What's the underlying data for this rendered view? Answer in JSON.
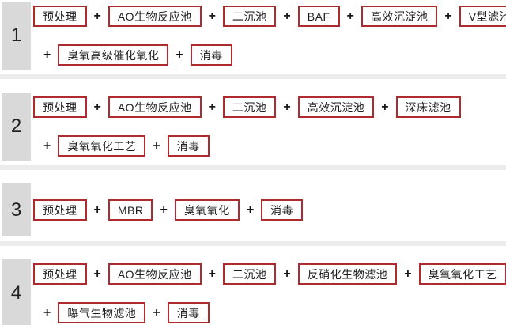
{
  "plus_symbol": "+",
  "colors": {
    "box_border": "#ad2a2e",
    "row_number_bg": "#d9d9d9",
    "separator": "#ececec",
    "text": "#1e1e1e",
    "background": "#ffffff"
  },
  "rows": [
    {
      "num": "1",
      "lines": [
        [
          "预处理",
          "AO生物反应池",
          "二沉池",
          "BAF",
          "高效沉淀池",
          "V型滤池"
        ],
        [
          "臭氧高级催化氧化",
          "消毒"
        ]
      ]
    },
    {
      "num": "2",
      "lines": [
        [
          "预处理",
          "AO生物反应池",
          "二沉池",
          "高效沉淀池",
          "深床滤池"
        ],
        [
          "臭氧氧化工艺",
          "消毒"
        ]
      ]
    },
    {
      "num": "3",
      "lines": [
        [
          "预处理",
          "MBR",
          "臭氧氧化",
          "消毒"
        ]
      ]
    },
    {
      "num": "4",
      "lines": [
        [
          "预处理",
          "AO生物反应池",
          "二沉池",
          "反硝化生物滤池",
          "臭氧氧化工艺"
        ],
        [
          "曝气生物滤池",
          "消毒"
        ]
      ]
    }
  ]
}
